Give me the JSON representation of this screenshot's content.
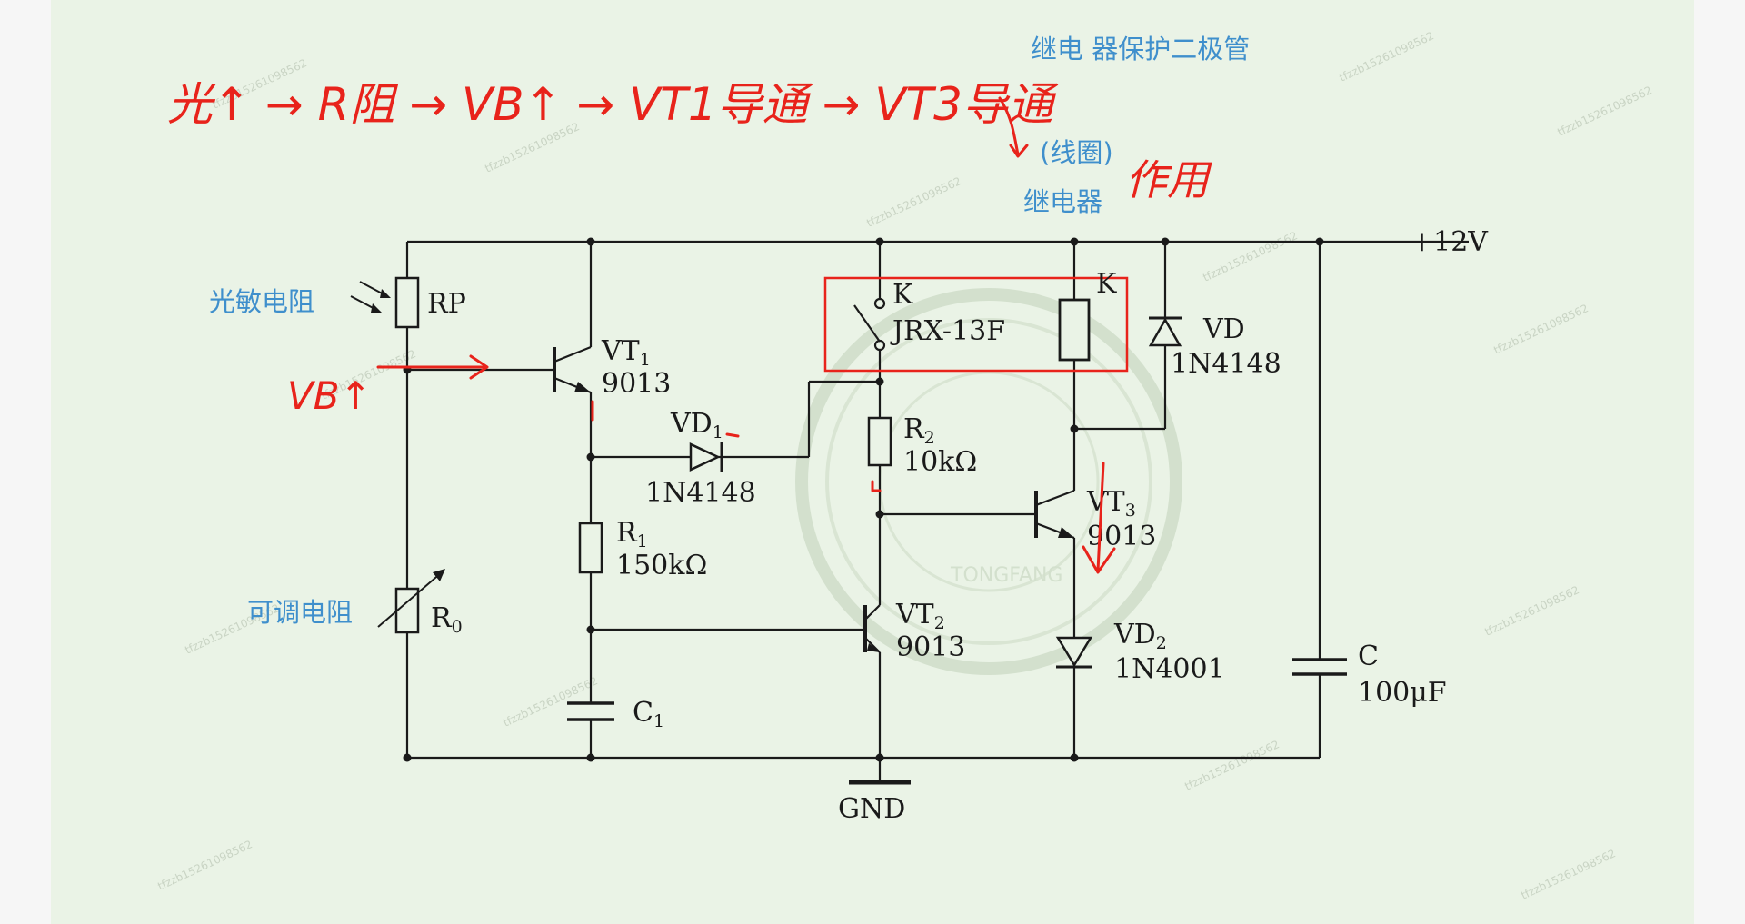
{
  "annotations": {
    "relay_protection_diode": "继电 器保护二极管",
    "coil": "(线圈)",
    "relay": "继电器",
    "photoresistor": "光敏电阻",
    "adjustable_resistor": "可调电阻"
  },
  "handwriting": {
    "chain": "光↑ → R阻 → VB↑ → VT1导通 → VT3导通",
    "action": "作用",
    "vb": "VB↑"
  },
  "components": {
    "supply": "+12V",
    "ground": "GND",
    "rp": "RP",
    "r0": "R",
    "r0_sub": "0",
    "vt1": "VT",
    "vt1_sub": "1",
    "vt1_model": "9013",
    "vd1": "VD",
    "vd1_sub": "1",
    "vd1_model": "1N4148",
    "r1": "R",
    "r1_sub": "1",
    "r1_value": "150kΩ",
    "c1": "C",
    "c1_sub": "1",
    "k_switch": "K",
    "k_model": "JRX-13F",
    "k_coil": "K",
    "r2": "R",
    "r2_sub": "2",
    "r2_value": "10kΩ",
    "vt2": "VT",
    "vt2_sub": "2",
    "vt2_model": "9013",
    "vt3": "VT",
    "vt3_sub": "3",
    "vt3_model": "9013",
    "vd": "VD",
    "vd_model": "1N4148",
    "vd2": "VD",
    "vd2_sub": "2",
    "vd2_model": "1N4001",
    "c": "C",
    "c_value": "100μF"
  },
  "highlight_color": "#e8231b",
  "annotation_color": "#3f8fcc",
  "watermark": "TONGFANG"
}
